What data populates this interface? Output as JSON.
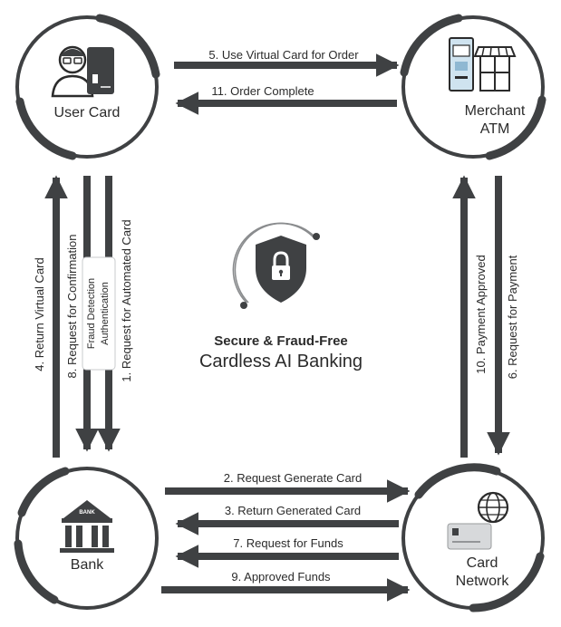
{
  "center": {
    "subtitle": "Secure & Fraud-Free",
    "title": "Cardless AI Banking"
  },
  "nodes": {
    "user_card": "User Card",
    "merchant_line1": "Merchant",
    "merchant_line2": "ATM",
    "bank": "Bank",
    "network_line1": "Card",
    "network_line2": "Network"
  },
  "icons": {
    "user": "person-with-card-icon",
    "merchant": "atm-and-shop-icon",
    "bank": "bank-building-icon",
    "network": "globe-and-card-icon",
    "center": "shield-lock-icon"
  },
  "bank_sign": "BANK",
  "badge": {
    "line1": "Fraud Detection",
    "line2": "Authentication"
  },
  "steps": {
    "s1": "1. Request for Automated Card",
    "s2": "2. Request Generate Card",
    "s3": "3. Return Generated Card",
    "s4": "4. Return Virtual Card",
    "s5": "5. Use Virtual Card for Order",
    "s6": "6. Request for Payment",
    "s7": "7. Request for Funds",
    "s8": "8. Request for Confirmation",
    "s9": "9.  Approved Funds",
    "s10": "10. Payment Approved",
    "s11": "11. Order Complete"
  },
  "colors": {
    "dark": "#3f4143",
    "text": "#2b2b2b",
    "ring": "#8a8c8e",
    "background": "#ffffff"
  }
}
